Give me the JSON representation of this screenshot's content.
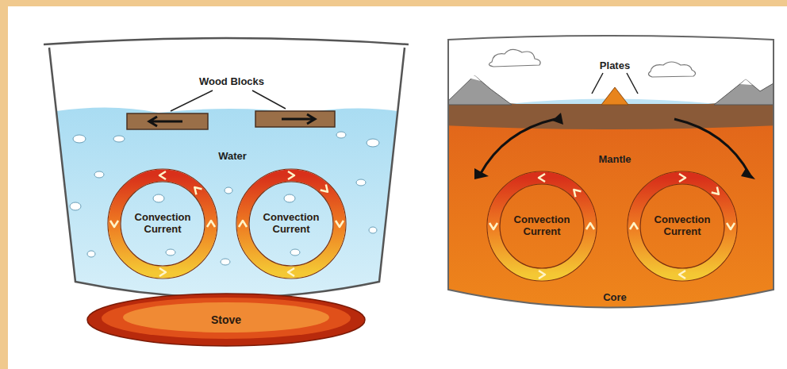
{
  "diagram": {
    "nodes": [
      {
        "text": [
          "Convection Current"
        ]
      },
      {
        "text": [
          "Convection Current"
        ]
      },
      {
        "text": [
          "Stove"
        ]
      },
      {
        "text": [
          "Convection Current"
        ]
      },
      {
        "text": [
          "Convection Current"
        ]
      }
    ],
    "labels": [
      "Wood Blocks",
      "Water",
      "Plates",
      "Mantle",
      "Core"
    ]
  }
}
